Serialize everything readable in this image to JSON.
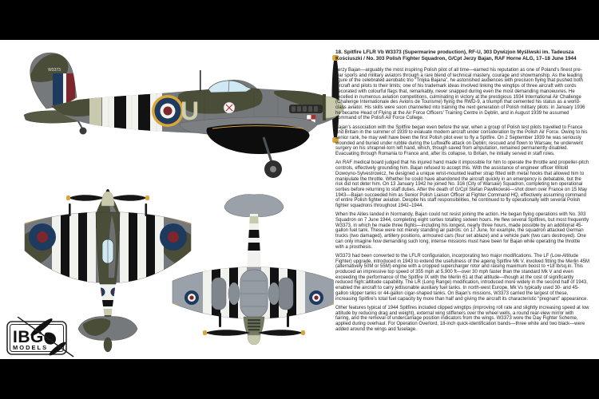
{
  "page": {
    "background": "#ffffff",
    "bar_color": "#000000"
  },
  "artwork": {
    "serial": "W3373",
    "code_letter": "U",
    "colors": {
      "ocean_grey": "#75797c",
      "dark_green": "#4a4d38",
      "underside_sea_grey": "#9aa1a9",
      "sky_band": "#c9c9ad",
      "invasion_white": "#f1f1ed",
      "invasion_black": "#121212",
      "roundel_blue": "#1e3a5e",
      "roundel_red": "#7d262b",
      "roundel_yellow": "#d9a63a",
      "canopy_blue": "#cfe8f3"
    }
  },
  "logo": {
    "name": "IBG",
    "sub": "MODELS"
  },
  "article": {
    "title": "18. Spitfire LFLR Vb W3373 (Supermarine production), RF-U, 303 Dywizjon Myśliwski im. Tadeusza Kościuszki / No. 303 Polish Fighter Squadron, G/Cpt Jerzy Bajan, RAF Horne ALG, 17–18 June 1944",
    "paragraphs": [
      "Jerzy Bajan—arguably the most inspiring Polish pilot of all time—earned his reputation as one of Poland’s finest pre-war sports and military aviators through a rare blend of technical mastery, courage and showmanship. As the leading figure of the celebrated aerobatic trio “Trójka Bajana”, he astonished audiences with precision flying that pushed both aircraft and pilots to their limits; one of his trademark ideas involved linking the wingtips of three aircraft with cords decorated with colourful flags that, remarkably, never snapped during even the most demanding manoeuvres. He excelled in numerous aviation competitions, culminating in victory at the prestigious 1934 International Air Challenge (Challenge Internationale des Avions de Tourisme) flying the RWD-9, a triumph that cemented his status as a world-class aviator. His skills were soon channelled into training the next generation of Polish military pilots: in January 1936 he became Head of Flying at the Air Force Officers’ Training Centre in Dęblin, and in August 1939 he assumed command of the Polish Air Force College.",
      "Bajan’s association with the Spitfire began even before the war, when a group of Polish test pilots travelled to France and Britain in the summer of 1939 to evaluate modern aircraft under consideration by the Polish Air Force. Owing to his senior rank, he may well have been the first Polish pilot ever to fly a Spitfire. On 2 September 1939 he was seriously wounded and buried under rubble during the Luftwaffe attack on Dęblin; rescued and flown to Warsaw, he underwent surgery on his shrapnel-torn left hand, which, though saved from amputation, remained permanently disabled. Evacuating through Romania to France and, after its collapse, to Britain, he initially served in staff roles.",
      "An RAF medical board judged that his injured hand made it impossible for him to operate the throttle and propeller-pitch controls, effectively grounding him. Bajan refused to accept this. With the assistance of engineer officer Witold Dowoyno-Sylvestrowicz, he designed a unique wrist-mounted leather strap fitted with metal hooks that allowed him to manipulate the throttle. Whether he could have abandoned the aircraft quickly in an emergency is debatable, but the risk did not deter him. On 13 January 1942 he joined No. 316 (City of Warsaw) Squadron, completing ten operational sorties before returning to staff duties. After the death of G/Cpt Stefan Pawlikowski—shot down over France on 15 May 1943—Bajan succeeded him as Senior Polish Liaison Officer at Fighter Command HQ, effectively assuming command of entire Polish fighter aviation. Despite his staff responsibilities, he continued to fly operationally with several Polish fighter squadrons throughout 1942–1944.",
      "When the Allies landed in Normandy, Bajan could not resist joining the action. He began flying operations with No. 303 Squadron on 7 June 1944, completing eight sorties totalling sixteen hours. He flew several Spitfires, but most frequently W3373, in which he made three flights—including his longest, nearly three hours, made possible by an additional 45-gallon fuel tank. These were not merely standing air patrols: on 17 June, for example, the squadron attacked German trucks (two damaged), artillery positions, armoured cars (four set ablaze) and a vehicle park (two cars destroyed). One can only imagine how demanding such long, intense missions must have been for Bajan while operating the throttle with a prosthesis.",
      "W3373 had been converted to the LFLR configuration, incorporating two major modifications. The LF (Low-Altitude Fighter) upgrade, introduced in 1943 to extend the usefulness of the ageing Spitfire Mk V, involved fitting the Merlin 45M (alternatively 50M or 55M) engine with a cropped supercharger rotor and raising maximum boost to +18 lb/sq.in. This produced an impressive top speed of 355 mph at 5,900 ft—over 30 mph faster than the standard Mk V and even exceeding the performance of the Spitfire IX with the Merlin 61 at that altitude—though at the cost of significantly reduced high□altitude capability. The LR (Long Range) modification, introduced more widely in the second half of 1943, enabled the aircraft to carry jettisonable auxiliary fuel tanks. In north-west Europe, Mk Vs typically used 30- and 45-gallon slipper tanks or 44-gallon cigar-shaped tanks. On Bajan’s missions, W3373 carried the largest of these, increasing Spitfire’s total fuel capacity by more than half and giving the aircraft its characteristic “pregnant” appearance.",
      "Other features typical of 1944 Spitfires included clipped wingtips (improving roll rate and slightly increasing speed at low altitude by reducing drag and weight), external wing stiffeners over the wheel wells, a round rear-view mirror with fairing, and the removal of undercarriage position indicators from the wings. W3373 wore the Day Fighter Scheme, applied during overhaul. For Operation Overlord, 18-inch quick-identification bands—three white and two black—were added around the wings and fuselage."
    ]
  }
}
